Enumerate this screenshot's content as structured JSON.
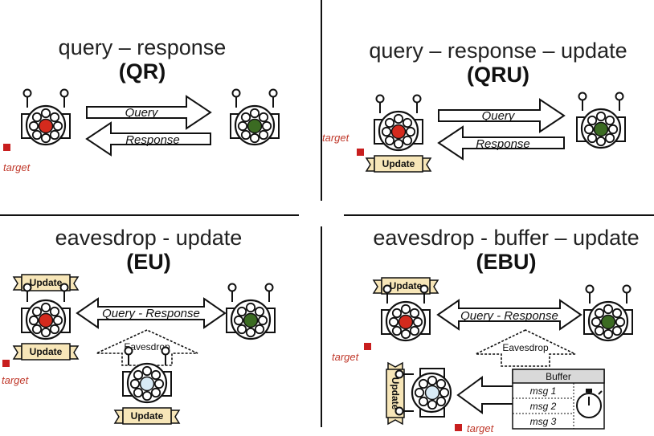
{
  "colors": {
    "target_marker": "#c81e1e",
    "red_light": "#d42a1d",
    "green_light": "#3b6b22",
    "blue_light": "#d8eaf5",
    "update_badge": "#f7e6b8",
    "buffer_header": "#d9d9d9"
  },
  "panels": {
    "qr": {
      "title": "query – response",
      "abbr": "(QR)",
      "query_label": "Query",
      "response_label": "Response",
      "target_label": "target"
    },
    "qru": {
      "title": "query – response – update",
      "abbr": "(QRU)",
      "query_label": "Query",
      "response_label": "Response",
      "target_label": "target",
      "update_label": "Update"
    },
    "eu": {
      "title": "eavesdrop - update",
      "abbr": "(EU)",
      "qr_label": "Query  -  Response",
      "eavesdrop_label": "Eavesdrop",
      "update_top_label": "Update",
      "update_bottom_label": "Update",
      "update_eavesdropper_label": "Update",
      "target_label": "target"
    },
    "ebu": {
      "title": "eavesdrop -  buffer – update",
      "abbr": "(EBU)",
      "qr_label": "Query  -  Response",
      "eavesdrop_label": "Eavesdrop",
      "update_top_label": "Update",
      "update_side_label": "Update",
      "target_label_left": "target",
      "target_label_bottom": "target",
      "buffer_label": "Buffer",
      "messages": [
        "msg 1",
        "msg 2",
        "msg 3"
      ]
    }
  }
}
